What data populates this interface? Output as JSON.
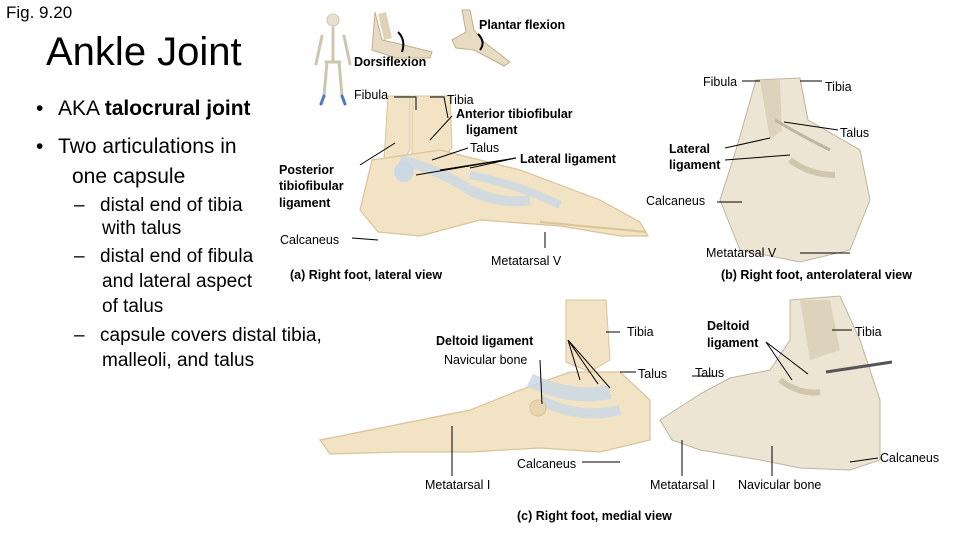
{
  "header": {
    "fig_label": "Fig. 9.20",
    "title": "Ankle Joint"
  },
  "bullets": {
    "b1_prefix": "AKA ",
    "b1_bold": "talocrural joint",
    "b2_line1": "Two articulations in",
    "b2_line2": "one capsule",
    "sub1_line1": "distal end of tibia",
    "sub1_line2": "with talus",
    "sub2_line1": "distal end of fibula",
    "sub2_line2": "and lateral aspect",
    "sub2_line3": "of talus",
    "sub3_line1": "capsule covers distal tibia,",
    "sub3_line2": "malleoli, and talus"
  },
  "motion_labels": {
    "dorsiflexion": "Dorsiflexion",
    "plantar_flexion": "Plantar flexion"
  },
  "panel_a": {
    "caption": "(a) Right foot, lateral view",
    "fibula": "Fibula",
    "tibia": "Tibia",
    "anterior_tibiofibular": "Anterior tibiofibular",
    "ligament": "ligament",
    "talus": "Talus",
    "lateral_ligament": "Lateral ligament",
    "posterior_l1": "Posterior",
    "posterior_l2": "tibiofibular",
    "posterior_l3": "ligament",
    "calcaneus": "Calcaneus",
    "metatarsal_v": "Metatarsal V"
  },
  "panel_b": {
    "caption": "(b) Right foot, anterolateral view",
    "fibula": "Fibula",
    "tibia": "Tibia",
    "talus": "Talus",
    "lateral_l1": "Lateral",
    "lateral_l2": "ligament",
    "calcaneus": "Calcaneus",
    "metatarsal_v": "Metatarsal V"
  },
  "panel_c": {
    "caption": "(c) Right foot, medial view",
    "deltoid_ligament": "Deltoid ligament",
    "navicular_bone": "Navicular bone",
    "tibia": "Tibia",
    "talus": "Talus",
    "calcaneus": "Calcaneus",
    "metatarsal_i": "Metatarsal I"
  },
  "panel_d": {
    "deltoid_l1": "Deltoid",
    "deltoid_l2": "ligament",
    "tibia": "Tibia",
    "talus": "Talus",
    "calcaneus": "Calcaneus",
    "metatarsal_i": "Metatarsal I",
    "navicular_bone": "Navicular bone"
  },
  "colors": {
    "bone": "#f1e3c3",
    "bone_shadow": "#d9c39a",
    "ligament": "#c9d7e6",
    "photo_bone": "#ece5d3",
    "photo_shadow": "#bfb59d"
  }
}
